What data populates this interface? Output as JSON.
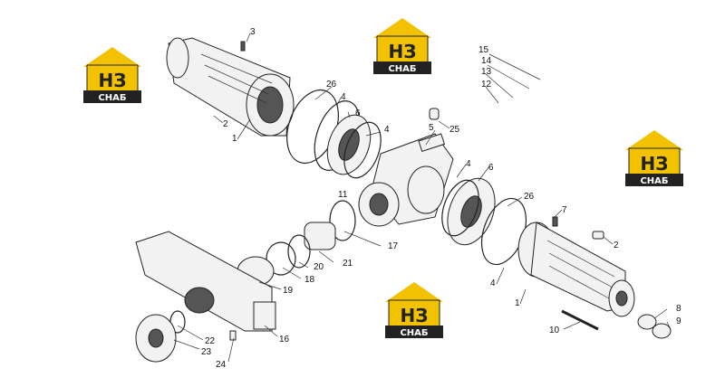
{
  "logo": {
    "letters": "НЗ",
    "caption": "СНАБ",
    "brand_color": "#f2c200",
    "dark_color": "#222222"
  },
  "callouts": [
    "1",
    "1",
    "2",
    "2",
    "3",
    "4",
    "4",
    "4",
    "4",
    "5",
    "6",
    "6",
    "7",
    "8",
    "9",
    "10",
    "11",
    "12",
    "13",
    "14",
    "15",
    "16",
    "17",
    "18",
    "19",
    "20",
    "21",
    "22",
    "23",
    "24",
    "25",
    "26",
    "26"
  ]
}
